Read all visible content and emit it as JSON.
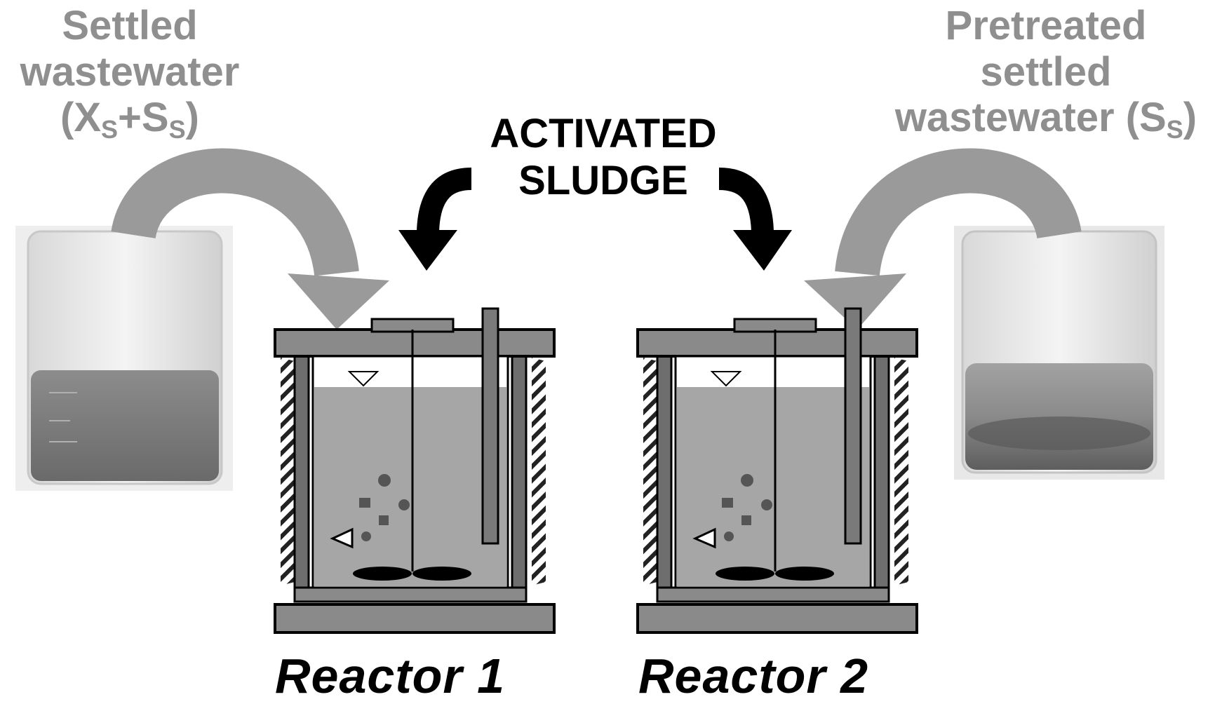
{
  "labels": {
    "settled_line1": "Settled",
    "settled_line2": "wastewater",
    "settled_line3_prefix": "(X",
    "settled_sub1": "S",
    "settled_plus": "+S",
    "settled_sub2": "S",
    "settled_close": ")",
    "pretreated_line1": "Pretreated",
    "pretreated_line2": "settled",
    "pretreated_line3_prefix": "wastewater (S",
    "pretreated_sub": "S",
    "pretreated_close": ")",
    "sludge_line1": "ACTIVATED",
    "sludge_line2": "SLUDGE",
    "reactor1": "Reactor 1",
    "reactor2": "Reactor 2"
  },
  "colors": {
    "grey_text": "#8f8f8f",
    "grey_arrow": "#9a9a9a",
    "reactor_fill": "#a6a6a6",
    "reactor_frame": "#6e6e6e",
    "black": "#000000"
  }
}
